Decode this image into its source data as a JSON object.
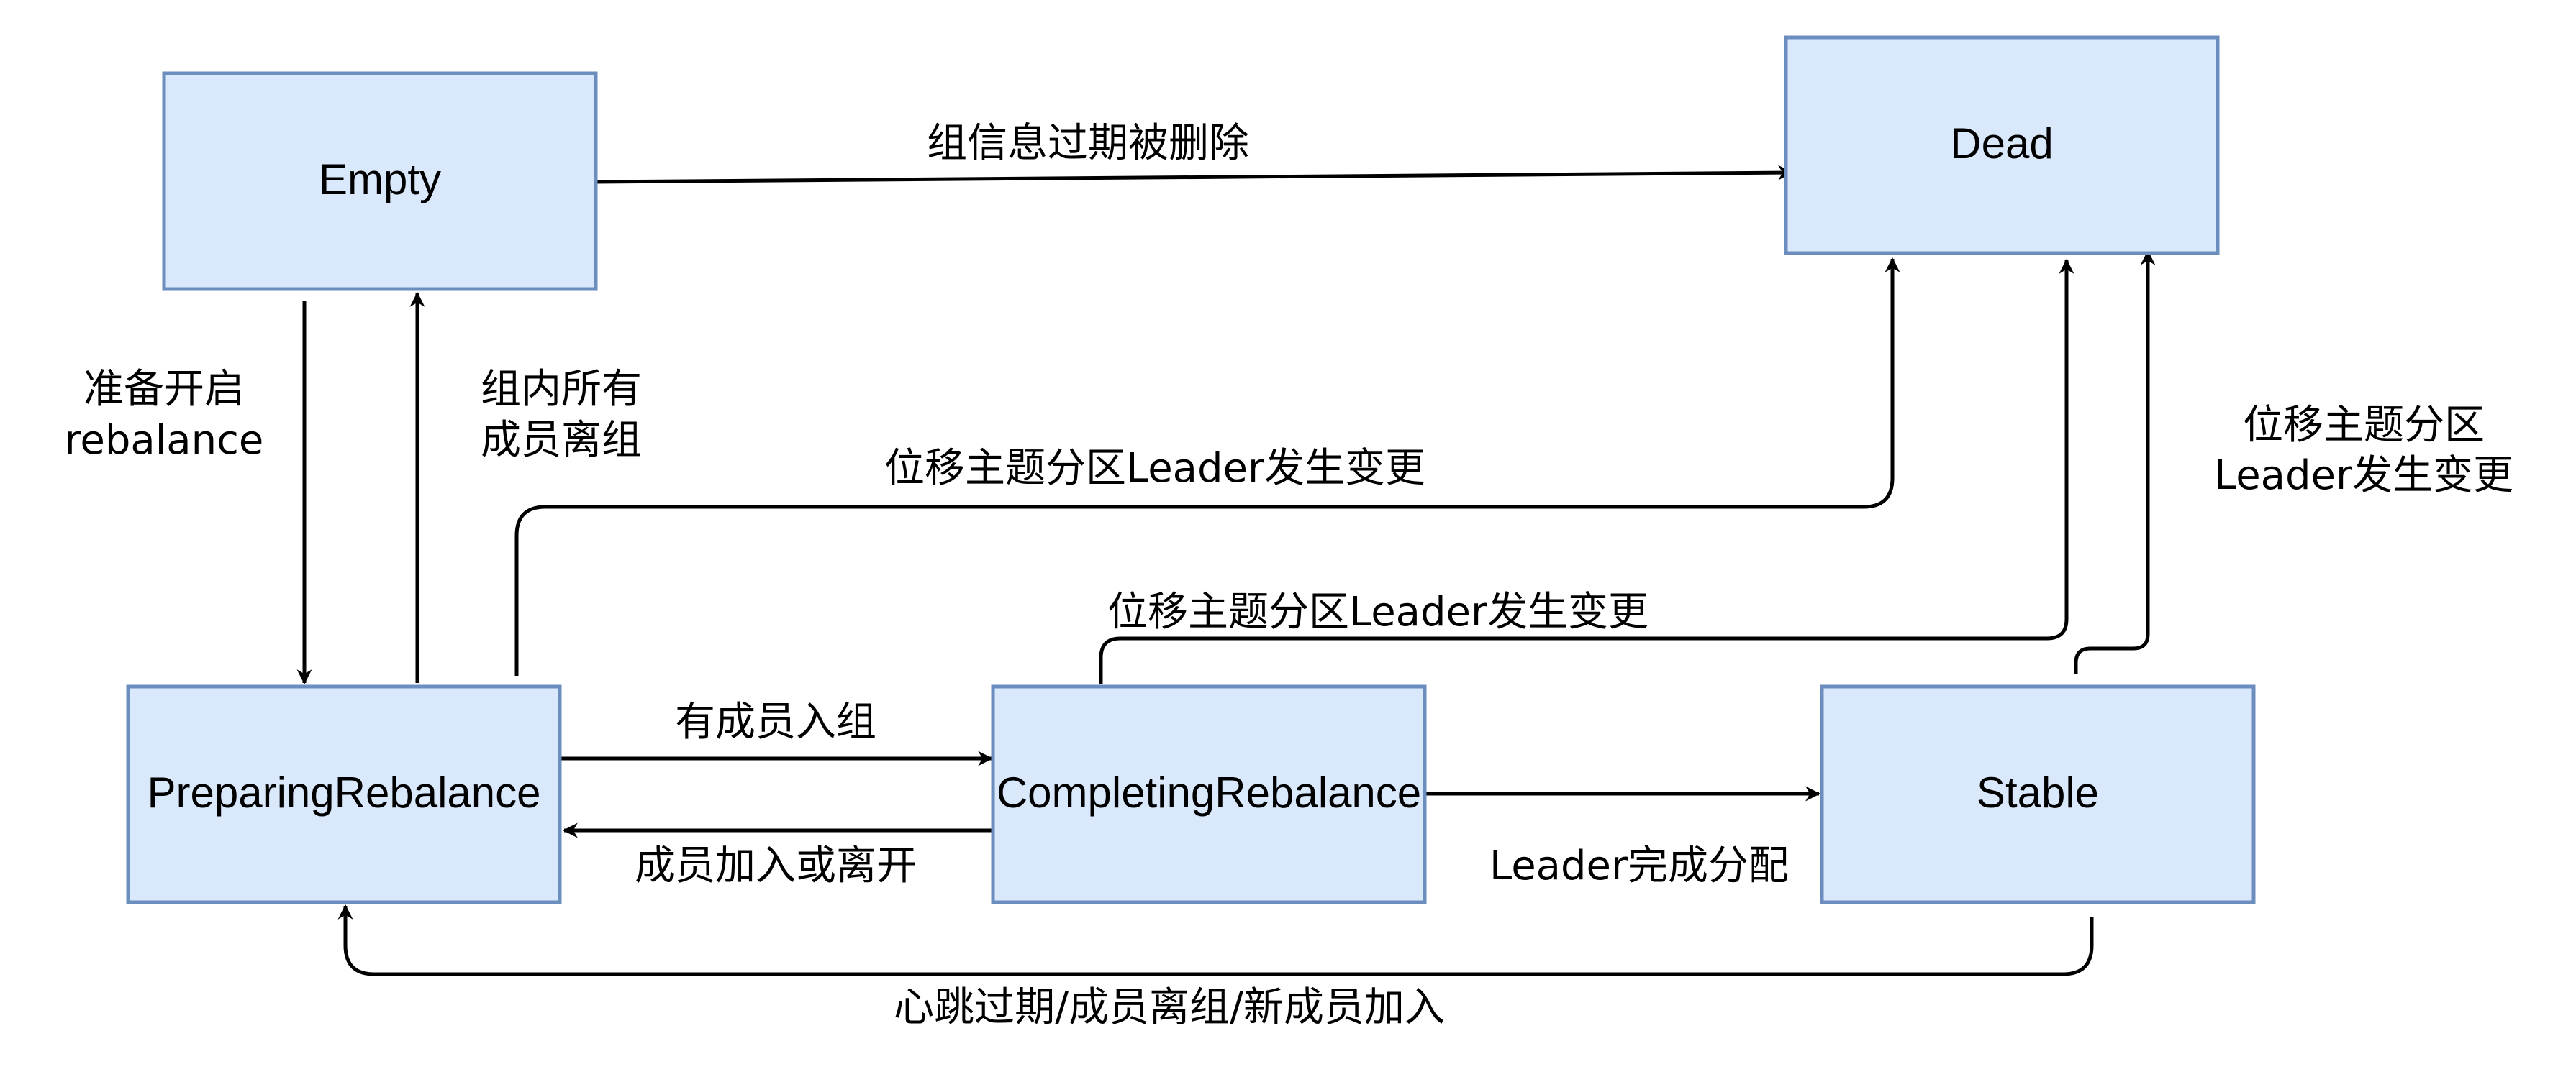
{
  "states": {
    "empty": "Empty",
    "dead": "Dead",
    "preparing_rebalance": "PreparingRebalance",
    "completing_rebalance": "CompletingRebalance",
    "stable": "Stable"
  },
  "transitions": {
    "empty_to_dead": "组信息过期被删除",
    "empty_to_preparing_line1": "准备开启",
    "empty_to_preparing_line2": "rebalance",
    "preparing_to_empty_line1": "组内所有",
    "preparing_to_empty_line2": "成员离组",
    "preparing_to_dead": "位移主题分区Leader发生变更",
    "completing_to_dead": "位移主题分区Leader发生变更",
    "stable_to_dead_line1": "位移主题分区",
    "stable_to_dead_line2": "Leader发生变更",
    "preparing_to_completing": "有成员入组",
    "completing_to_preparing": "成员加入或离开",
    "completing_to_stable": "Leader完成分配",
    "stable_to_preparing": "心跳过期/成员离组/新成员加入"
  },
  "colors": {
    "box_fill": "#dae8fc",
    "box_stroke": "#6c8ebf",
    "edge": "#000000"
  }
}
